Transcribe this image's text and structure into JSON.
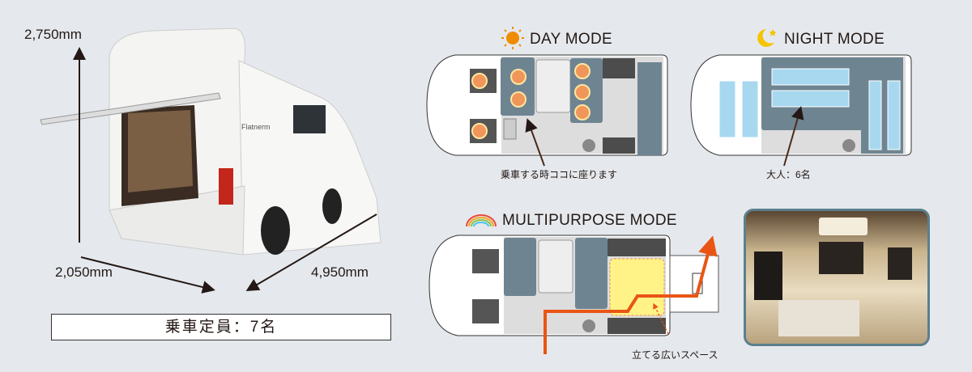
{
  "dimensions": {
    "height": "2,750mm",
    "width": "2,050mm",
    "length": "4,950mm"
  },
  "capacity": "乗車定員：7名",
  "vehicle_badge": "Flatnerm",
  "modes": {
    "day": {
      "title": "DAY MODE",
      "caption": "乗車する時ココに座ります",
      "icon": "sun-icon"
    },
    "night": {
      "title": "NIGHT MODE",
      "caption": "大人：6名",
      "icon": "moon-icon"
    },
    "multipurpose": {
      "title": "MULTIPURPOSE MODE",
      "caption": "立てる広いスペース",
      "icon": "rainbow-icon"
    }
  },
  "colors": {
    "seat": "#f0965a",
    "bed": "#a8d8f0",
    "space": "#fff387",
    "route": "#ea5514",
    "upholstery": "#6f8491"
  }
}
